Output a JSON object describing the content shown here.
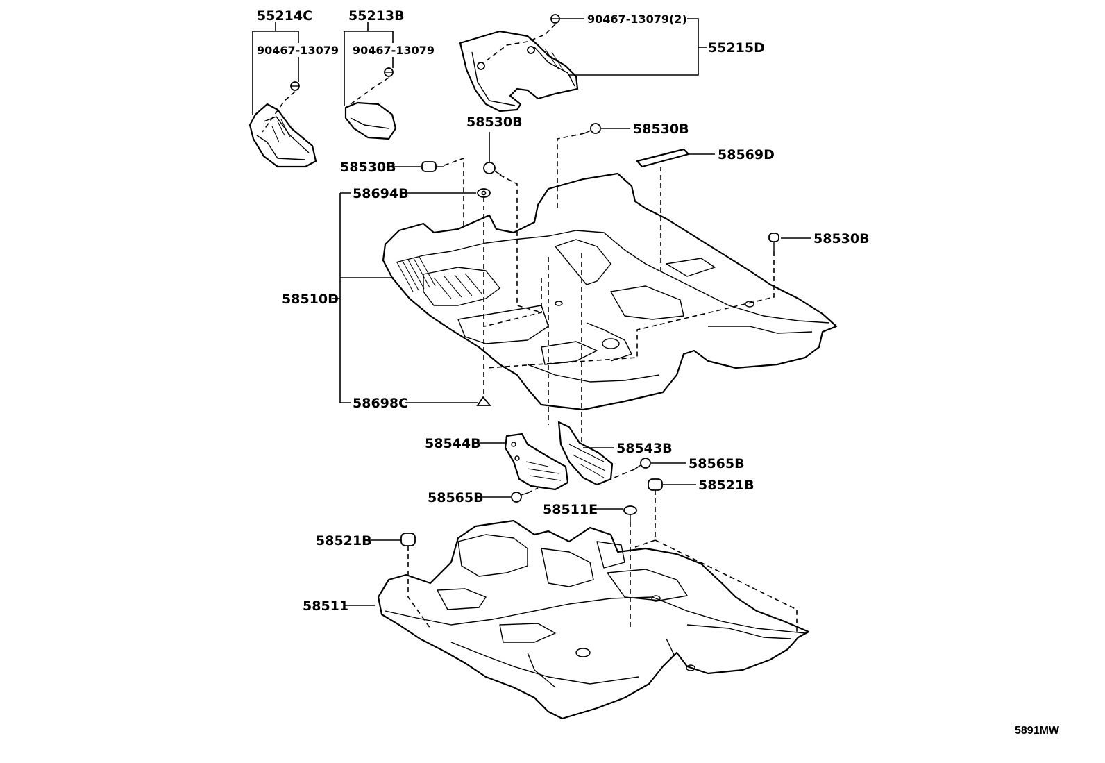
{
  "callouts": {
    "p55214C": "55214C",
    "p55213B": "55213B",
    "p90467a": "90467-13079",
    "p90467b": "90467-13079",
    "p90467c": "90467-13079(2)",
    "p55215D": "55215D",
    "p58530B_a": "58530B",
    "p58530B_b": "58530B",
    "p58530B_c": "58530B",
    "p58530B_d": "58530B",
    "p58569D": "58569D",
    "p58694B": "58694B",
    "p58510D": "58510D",
    "p58698C": "58698C",
    "p58544B": "58544B",
    "p58543B": "58543B",
    "p58565B_a": "58565B",
    "p58565B_b": "58565B",
    "p58521B_a": "58521B",
    "p58521B_b": "58521B",
    "p58511E": "58511E",
    "p58511": "58511"
  },
  "diagram_code": "5891MW"
}
